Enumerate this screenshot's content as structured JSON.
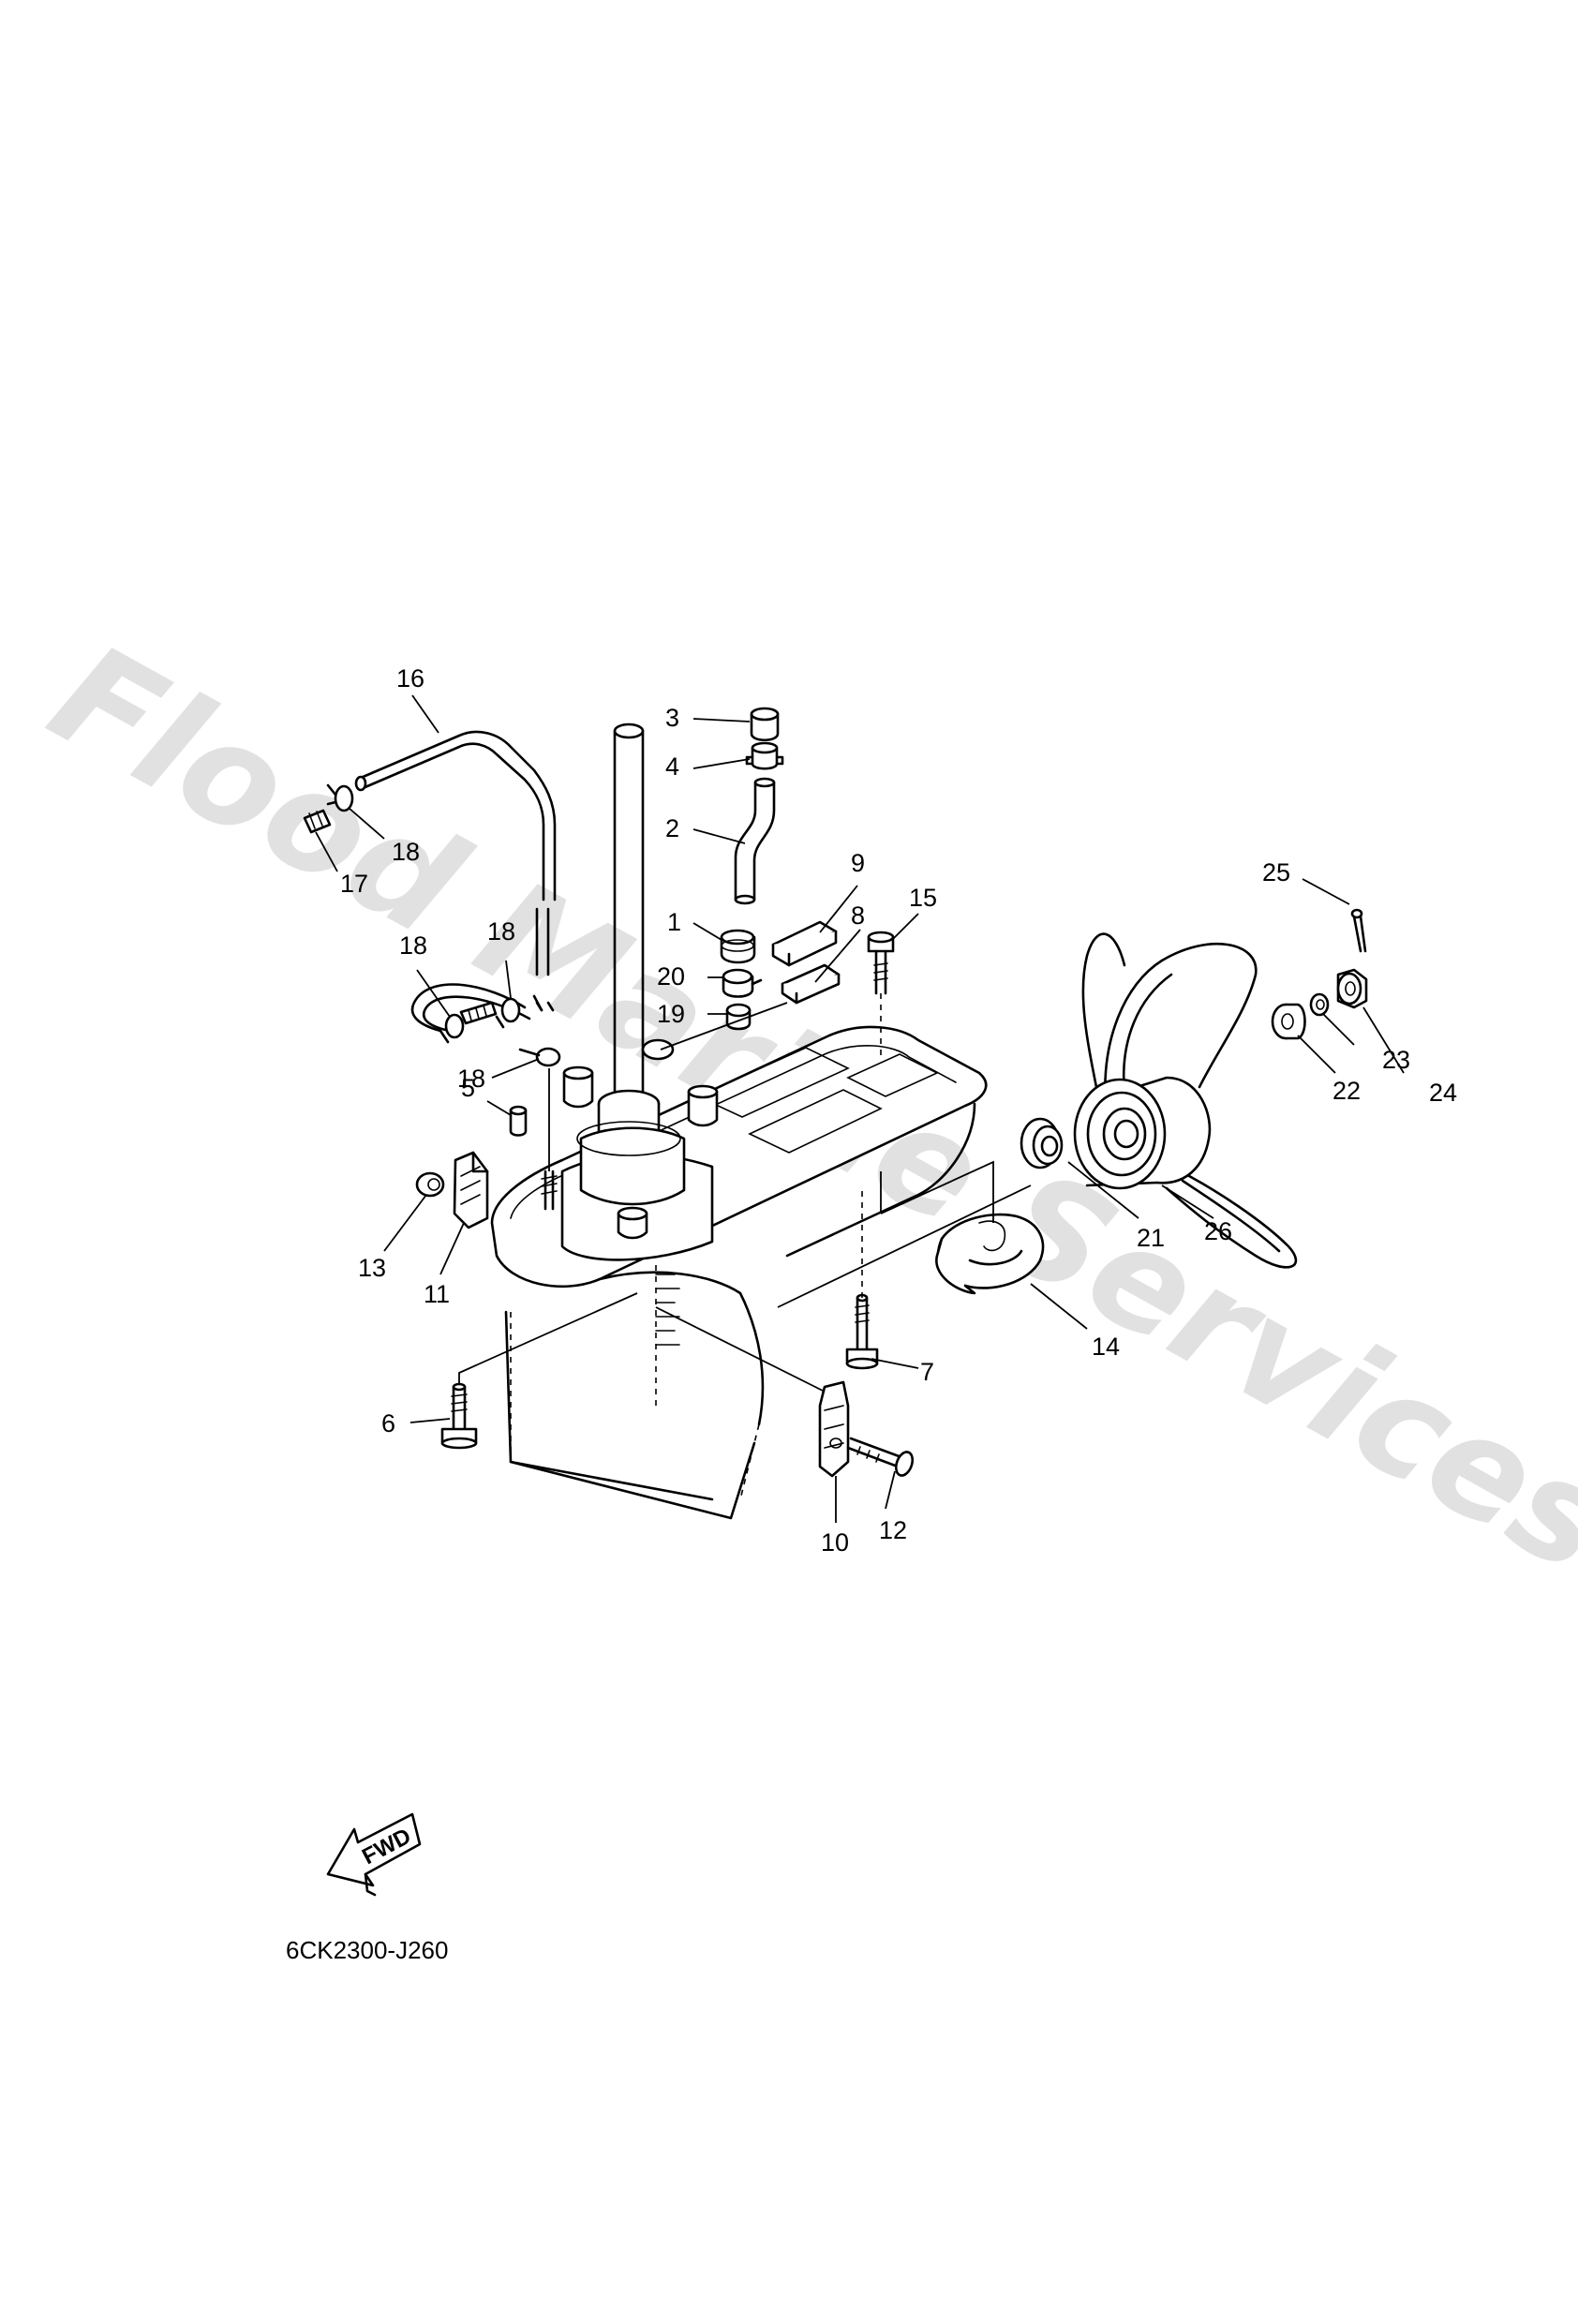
{
  "callouts": [
    {
      "id": "1",
      "label": "1"
    },
    {
      "id": "2",
      "label": "2"
    },
    {
      "id": "3",
      "label": "3"
    },
    {
      "id": "4",
      "label": "4"
    },
    {
      "id": "5",
      "label": "5"
    },
    {
      "id": "6",
      "label": "6"
    },
    {
      "id": "7",
      "label": "7"
    },
    {
      "id": "8",
      "label": "8"
    },
    {
      "id": "9",
      "label": "9"
    },
    {
      "id": "10",
      "label": "10"
    },
    {
      "id": "11",
      "label": "11"
    },
    {
      "id": "12",
      "label": "12"
    },
    {
      "id": "13",
      "label": "13"
    },
    {
      "id": "14",
      "label": "14"
    },
    {
      "id": "15",
      "label": "15"
    },
    {
      "id": "16",
      "label": "16"
    },
    {
      "id": "17",
      "label": "17"
    },
    {
      "id": "18a",
      "label": "18"
    },
    {
      "id": "18b",
      "label": "18"
    },
    {
      "id": "18c",
      "label": "18"
    },
    {
      "id": "18d",
      "label": "18"
    },
    {
      "id": "19",
      "label": "19"
    },
    {
      "id": "20",
      "label": "20"
    },
    {
      "id": "21",
      "label": "21"
    },
    {
      "id": "22",
      "label": "22"
    },
    {
      "id": "23",
      "label": "23"
    },
    {
      "id": "24",
      "label": "24"
    },
    {
      "id": "25",
      "label": "25"
    },
    {
      "id": "26",
      "label": "26"
    }
  ],
  "diagram_code": "6CK2300-J260",
  "fwd_label": "FWD",
  "watermark": "Flood Marine Services"
}
